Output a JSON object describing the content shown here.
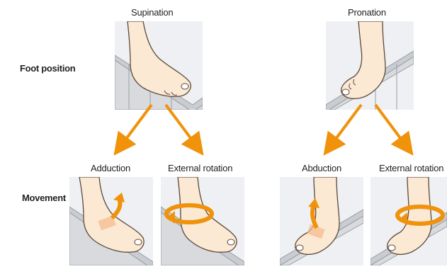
{
  "row_labels": {
    "foot_position": "Foot position",
    "movement": "Movement"
  },
  "top": {
    "supination": "Supination",
    "pronation": "Pronation"
  },
  "bottom": {
    "adduction": "Adduction",
    "external_rotation_left": "External rotation",
    "abduction": "Abduction",
    "external_rotation_right": "External rotation"
  },
  "colors": {
    "arrow": "#f0920a",
    "skin": "#fbe9d4",
    "skin_line": "#5c4a3c",
    "panel_bg": "#eef0f3",
    "step": "#d8dade",
    "step_line": "#9aa0a6",
    "mark": "#f5b98a"
  }
}
